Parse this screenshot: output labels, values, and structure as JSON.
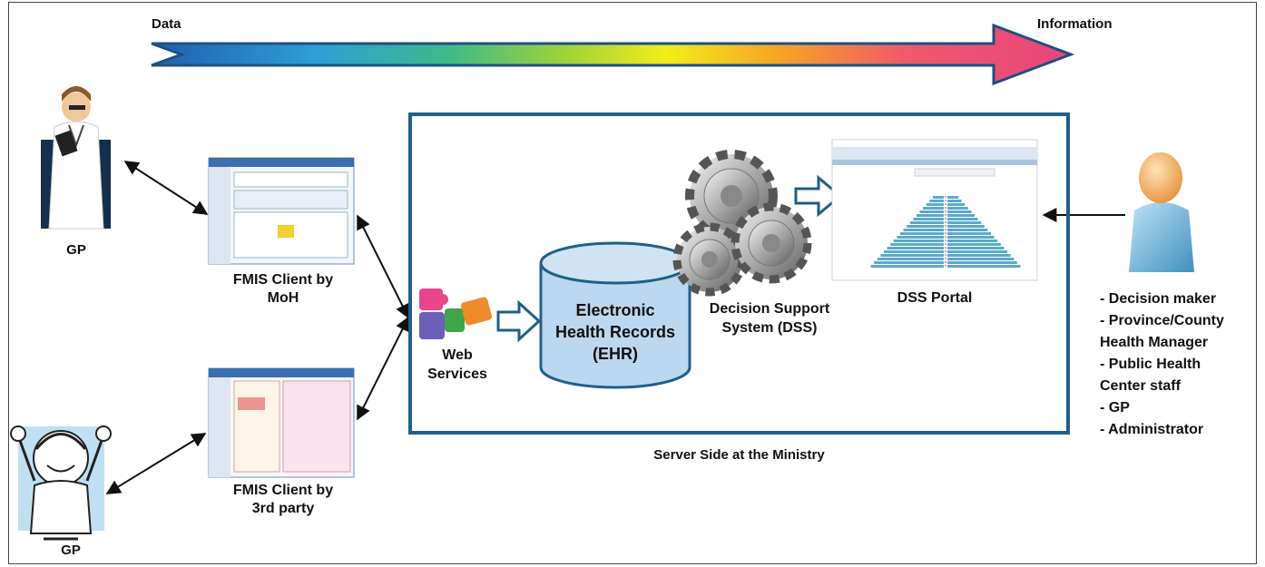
{
  "arrow": {
    "start_label": "Data",
    "end_label": "Information"
  },
  "gp_top": {
    "label": "GP"
  },
  "gp_bottom": {
    "label": "GP"
  },
  "fmis_moh": {
    "line1": "FMIS Client by",
    "line2": "MoH"
  },
  "fmis_third": {
    "line1": "FMIS Client by",
    "line2": "3rd party"
  },
  "web_services": {
    "line1": "Web",
    "line2": "Services"
  },
  "ehr": {
    "line1": "Electronic",
    "line2": "Health Records",
    "line3": "(EHR)"
  },
  "dss": {
    "line1": "Decision Support",
    "line2": "System (DSS)"
  },
  "dss_portal": {
    "label": "DSS Portal"
  },
  "server": {
    "label": "Server Side at the Ministry"
  },
  "users": [
    "- Decision maker",
    "- Province/County",
    "Health Manager",
    "- Public Health",
    "Center staff",
    "- GP",
    "- Administrator"
  ],
  "colors": {
    "box_border": "#1f5f8a",
    "cylinder_fill": "#bcd8ee",
    "cylinder_stroke": "#1f5f8a"
  }
}
